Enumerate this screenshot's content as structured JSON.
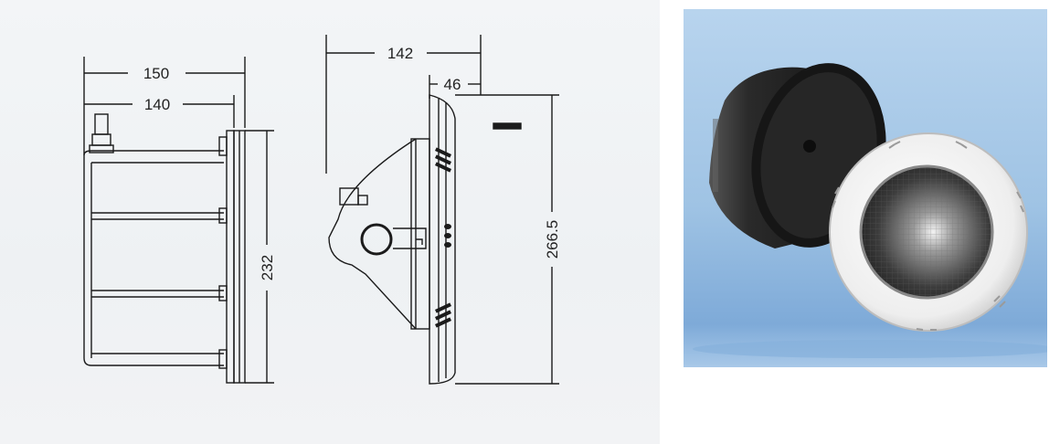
{
  "drawing": {
    "side_view": {
      "dim_overall_depth": "150",
      "dim_body_depth": "140",
      "dim_height": "232"
    },
    "front_view": {
      "dim_depth": "142",
      "dim_flange": "46",
      "dim_diameter": "266.5"
    },
    "line_color": "#1b1b1b",
    "background_color": "#eff2f4"
  },
  "photo": {
    "subject": "pool-light-with-niche",
    "background_color": "#9fc3e4",
    "housing_color": "#2a2a2a",
    "ring_color": "#eeeeee"
  }
}
